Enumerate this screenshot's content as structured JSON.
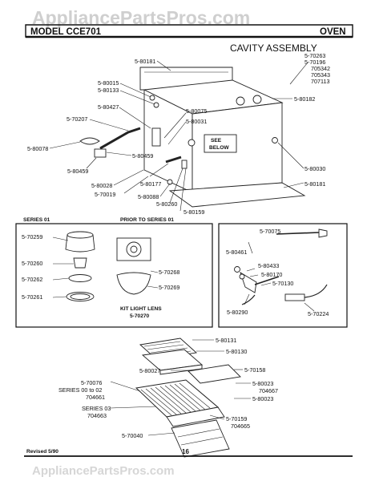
{
  "header": {
    "watermark": "AppliancePartsPros.com",
    "model_text": "MODEL CCE701",
    "section_title": "OVEN",
    "diagram_title": "CAVITY ASSEMBLY"
  },
  "cavity_labels": {
    "top_right_stack": [
      "5-70263",
      "5-70196",
      "705342",
      "705343",
      "707113"
    ],
    "p_80181_top": "5-80181",
    "p_80182": "5-80182",
    "p_80015": "5-80015",
    "p_80133": "5-80133",
    "p_80427": "5-80427",
    "p_80075": "5-80075",
    "p_70207": "5-70207",
    "p_80031": "5-80031",
    "p_80078": "5-80078",
    "see_below": [
      "SEE",
      "BELOW"
    ],
    "p_80459_a": "5-80459",
    "p_80459_b": "5-80459",
    "p_80030": "5-80030",
    "p_80028": "5-80028",
    "p_80177": "5-80177",
    "p_70019": "5-70019",
    "p_80088": "5-80088",
    "p_80181_bottom": "5-80181",
    "p_80260": "5-80260",
    "p_80159": "5-80159"
  },
  "light_box": {
    "series_title": "SERIES 01",
    "prior_title": "PRIOR TO SERIES 01",
    "p_70259": "5-70259",
    "p_70260": "5-70260",
    "p_70262": "5-70262",
    "p_70261": "5-70261",
    "p_70268": "5-70268",
    "p_70269": "5-70269",
    "kit_label": "KIT LIGHT LENS",
    "kit_number": "5-70270"
  },
  "igniter_box": {
    "p_70075": "5-70075",
    "p_80461": "5-80461",
    "p_80433": "5-80433",
    "p_80170": "5-80170",
    "p_70130": "5-70130",
    "p_80290": "5-80290",
    "p_70224": "5-70224"
  },
  "rack_labels": {
    "p_80131": "5-80131",
    "p_80130": "5-80130",
    "p_80027": "5-80027",
    "p_70158": "5-70158",
    "series_00_02": [
      "5-70076",
      "SERIES 00 to 02",
      "704661"
    ],
    "p_80023_a": [
      "5-80023",
      "704667"
    ],
    "p_80023_b": "5-80023",
    "series_03": [
      "SERIES 03",
      "704663"
    ],
    "p_70159": [
      "5-70159",
      "704665"
    ],
    "p_70040": "5-70040"
  },
  "footer": {
    "revised": "Revised 5/90",
    "page_number": "16"
  }
}
